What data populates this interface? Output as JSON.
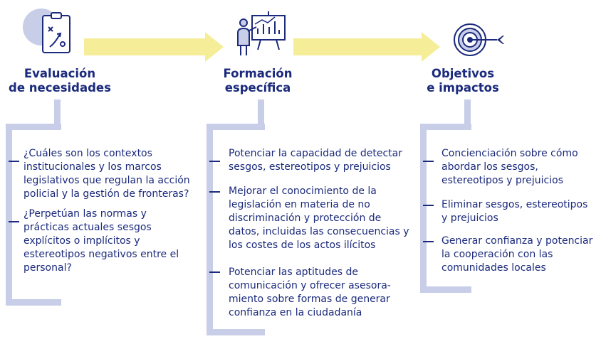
{
  "colors": {
    "navy": "#1b2a7c",
    "lavender": "#c8cde8",
    "yellow": "#f6ed99"
  },
  "stages": [
    {
      "icon": "clipboard-strategy-icon",
      "title_lines": [
        "Evaluación",
        "de necesidades"
      ],
      "items": [
        {
          "lines": [
            "¿Cuáles son los contextos",
            "institucionales y los marcos",
            "legislativos que regulan la acción",
            "policial y la gestión de fronteras?"
          ]
        },
        {
          "lines": [
            "¿Perpetúan las normas y",
            "prácticas actuales sesgos",
            "explícitos o implícitos y",
            "estereotipos negativos entre el",
            "personal?"
          ]
        }
      ]
    },
    {
      "icon": "presenter-chart-icon",
      "title_lines": [
        "Formación",
        "específica"
      ],
      "items": [
        {
          "lines": [
            "Potenciar la capacidad de detectar",
            "sesgos, estereotipos y prejuicios"
          ]
        },
        {
          "lines": [
            "Mejorar el conocimiento de la",
            "legislación en materia de no",
            "discriminación y protección de",
            "datos, incluidas las consecuencias y",
            "los costes de los actos ilícitos"
          ]
        },
        {
          "lines": [
            "Potenciar las aptitudes de",
            "comunicación y ofrecer asesora-",
            "miento sobre formas de generar",
            "confianza en la ciudadanía"
          ]
        }
      ]
    },
    {
      "icon": "target-arrow-icon",
      "title_lines": [
        "Objetivos",
        "e impactos"
      ],
      "items": [
        {
          "lines": [
            "Concienciación sobre cómo",
            "abordar los sesgos,",
            "estereotipos y prejuicios"
          ]
        },
        {
          "lines": [
            "Eliminar sesgos, estereotipos",
            "y prejuicios"
          ]
        },
        {
          "lines": [
            "Generar confianza y potenciar",
            "la cooperación con las",
            "comunidades locales"
          ]
        }
      ]
    }
  ]
}
